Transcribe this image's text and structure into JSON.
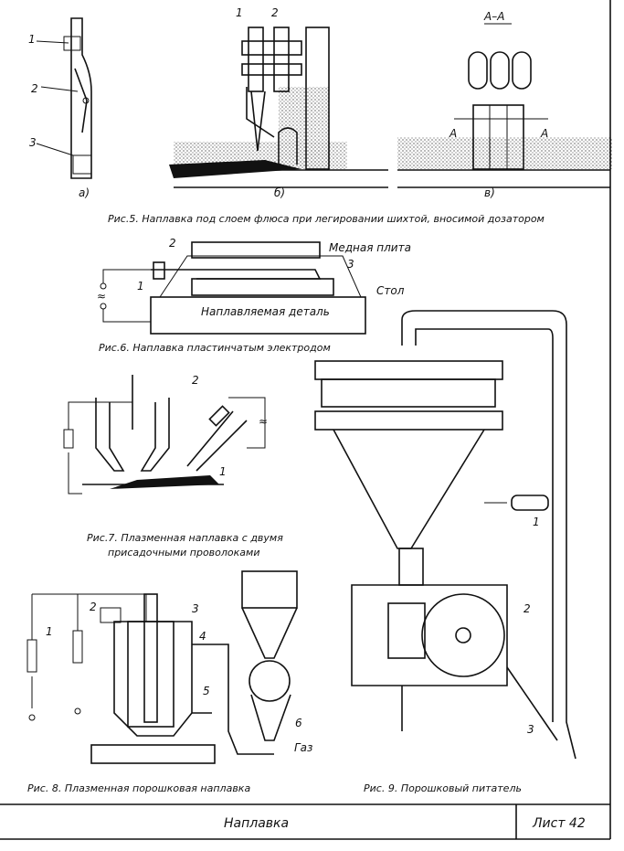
{
  "fig5": {
    "caption": "Рис.5. Наплавка под слоем флюса при легировании шихтой, вносимой дозатором",
    "sub_a": "а)",
    "sub_b": "б)",
    "sub_c": "в)",
    "a_labels": [
      "1",
      "2",
      "3"
    ],
    "b_labels": [
      "1",
      "2"
    ],
    "section_title": "А–А",
    "section_marks": [
      "А",
      "А"
    ]
  },
  "fig6": {
    "caption": "Рис.6. Наплавка пластинчатым электродом",
    "labels": [
      "1",
      "2",
      "3"
    ],
    "copper_plate": "Медная плита",
    "table": "Стол",
    "workpiece": "Наплавляемая деталь",
    "ac_symbol": "≈"
  },
  "fig7": {
    "caption_line1": "Рис.7. Плазменная наплавка с двумя",
    "caption_line2": "присадочными проволоками",
    "labels": [
      "1",
      "2"
    ],
    "ac_symbol": "≈"
  },
  "fig8": {
    "caption": "Рис. 8. Плазменная порошковая наплавка",
    "labels": [
      "1",
      "2",
      "3",
      "4",
      "5",
      "6"
    ],
    "gas": "Газ"
  },
  "fig9": {
    "caption": "Рис. 9. Порошковый питатель",
    "labels": [
      "1",
      "2",
      "3"
    ]
  },
  "title_block": {
    "title": "Наплавка",
    "sheet": "Лист 42"
  }
}
